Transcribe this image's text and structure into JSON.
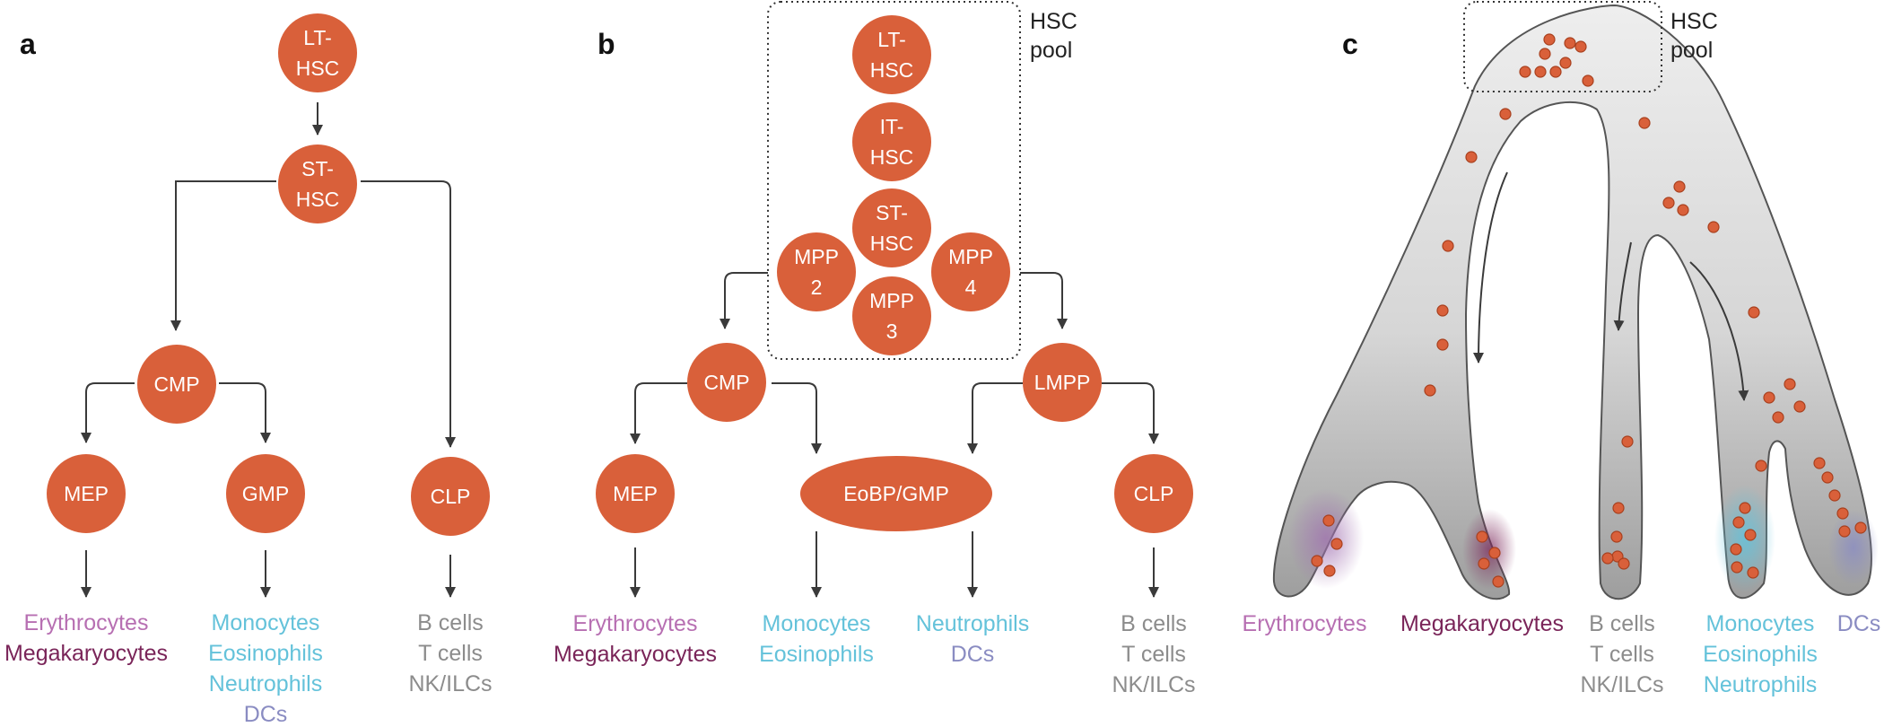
{
  "colors": {
    "node": "#D9603A",
    "arrow": "#3A3A3A",
    "erythro": "#B76FB2",
    "mega": "#7A2559",
    "myeloid": "#64C2DA",
    "dc": "#8A8CC2",
    "lymphoid": "#8C8C8C"
  },
  "panel_a": {
    "label": "a",
    "nodes": {
      "lt_hsc": [
        "LT-",
        "HSC"
      ],
      "st_hsc": [
        "ST-",
        "HSC"
      ],
      "cmp": "CMP",
      "mep": "MEP",
      "gmp": "GMP",
      "clp": "CLP"
    },
    "outputs": {
      "mep": [
        "Erythrocytes",
        "Megakaryocytes"
      ],
      "gmp": [
        "Monocytes",
        "Eosinophils",
        "Neutrophils",
        "DCs"
      ],
      "clp": [
        "B cells",
        "T cells",
        "NK/ILCs"
      ]
    }
  },
  "panel_b": {
    "label": "b",
    "pool_label": [
      "HSC",
      "pool"
    ],
    "nodes": {
      "lt_hsc": [
        "LT-",
        "HSC"
      ],
      "it_hsc": [
        "IT-",
        "HSC"
      ],
      "st_hsc": [
        "ST-",
        "HSC"
      ],
      "mpp2": [
        "MPP",
        "2"
      ],
      "mpp3": [
        "MPP",
        "3"
      ],
      "mpp4": [
        "MPP",
        "4"
      ],
      "cmp": "CMP",
      "lmpp": "LMPP",
      "mep": "MEP",
      "eobp_gmp": "EoBP/GMP",
      "clp": "CLP"
    },
    "outputs": {
      "mep": [
        "Erythrocytes",
        "Megakaryocytes"
      ],
      "eobp_left": [
        "Monocytes",
        "Eosinophils"
      ],
      "eobp_right": [
        "Neutrophils",
        "DCs"
      ],
      "clp": [
        "B cells",
        "T cells",
        "NK/ILCs"
      ]
    }
  },
  "panel_c": {
    "label": "c",
    "pool_label": [
      "HSC",
      "pool"
    ],
    "outputs": {
      "erythro": "Erythrocytes",
      "mega": "Megakaryocytes",
      "lymph": [
        "B cells",
        "T cells",
        "NK/ILCs"
      ],
      "myeloid": [
        "Monocytes",
        "Eosinophils",
        "Neutrophils"
      ],
      "dcs": "DCs"
    }
  }
}
